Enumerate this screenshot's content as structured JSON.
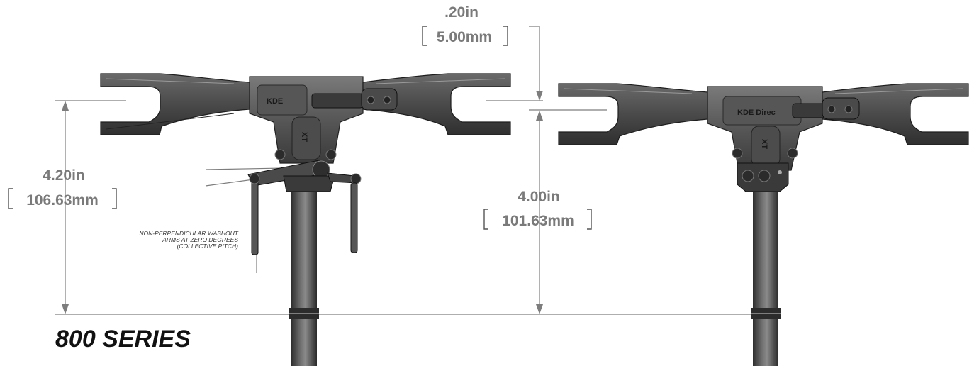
{
  "dimensions": {
    "offset": {
      "inch": ".20in",
      "mm": "5.00mm"
    },
    "left_height": {
      "inch": "4.20in",
      "mm": "106.63mm"
    },
    "right_height": {
      "inch": "4.00in",
      "mm": "101.63mm"
    }
  },
  "note": {
    "lines": [
      "NON-PERPENDICULAR WASHOUT",
      "ARMS AT ZERO DEGREES",
      "(COLLECTIVE PITCH)"
    ]
  },
  "series_label": "800 SERIES",
  "hub_text": {
    "left_brand": "KDE",
    "left_vertical": "XT",
    "right_brand": "KDE Direc",
    "right_vertical": "XT"
  },
  "colors": {
    "metal_dark": "#3c3c3c",
    "metal_mid": "#5b5b5b",
    "metal_light": "#8a8a8a",
    "dimension_text": "#7a7a7a",
    "dimension_line": "#7d7d7d"
  }
}
